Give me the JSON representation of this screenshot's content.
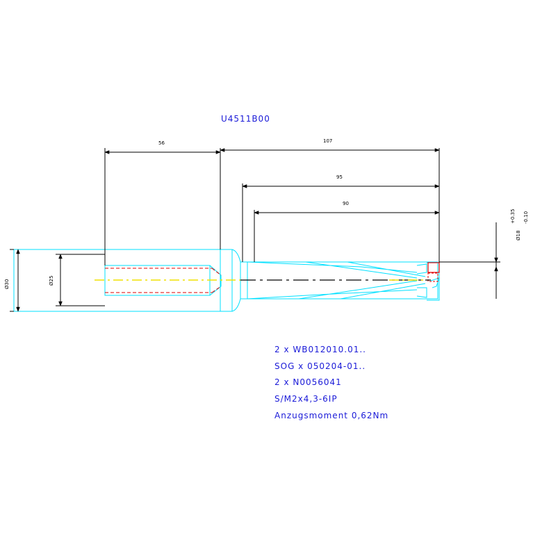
{
  "drawing": {
    "part_number": "U4511B00",
    "dimensions": {
      "d_56": "56",
      "d_107": "107",
      "d_95": "95",
      "d_90": "90",
      "dia_30": "Ø30",
      "dia_25": "Ø25",
      "dia_18": "Ø18",
      "tol_upper": "+0.35",
      "tol_lower": "-0.10"
    },
    "notes": [
      "2 x WB012010.01..",
      "SOG x 050204-01..",
      "2 x N0056041",
      "S/M2x4,3-6IP",
      "Anzugsmoment 0,62Nm"
    ]
  },
  "colors": {
    "part_outline": "#00e0ff",
    "dimension": "#000000",
    "text": "#1a1ad8",
    "center_line": "#f0e000",
    "hidden_line": "#e00000"
  }
}
